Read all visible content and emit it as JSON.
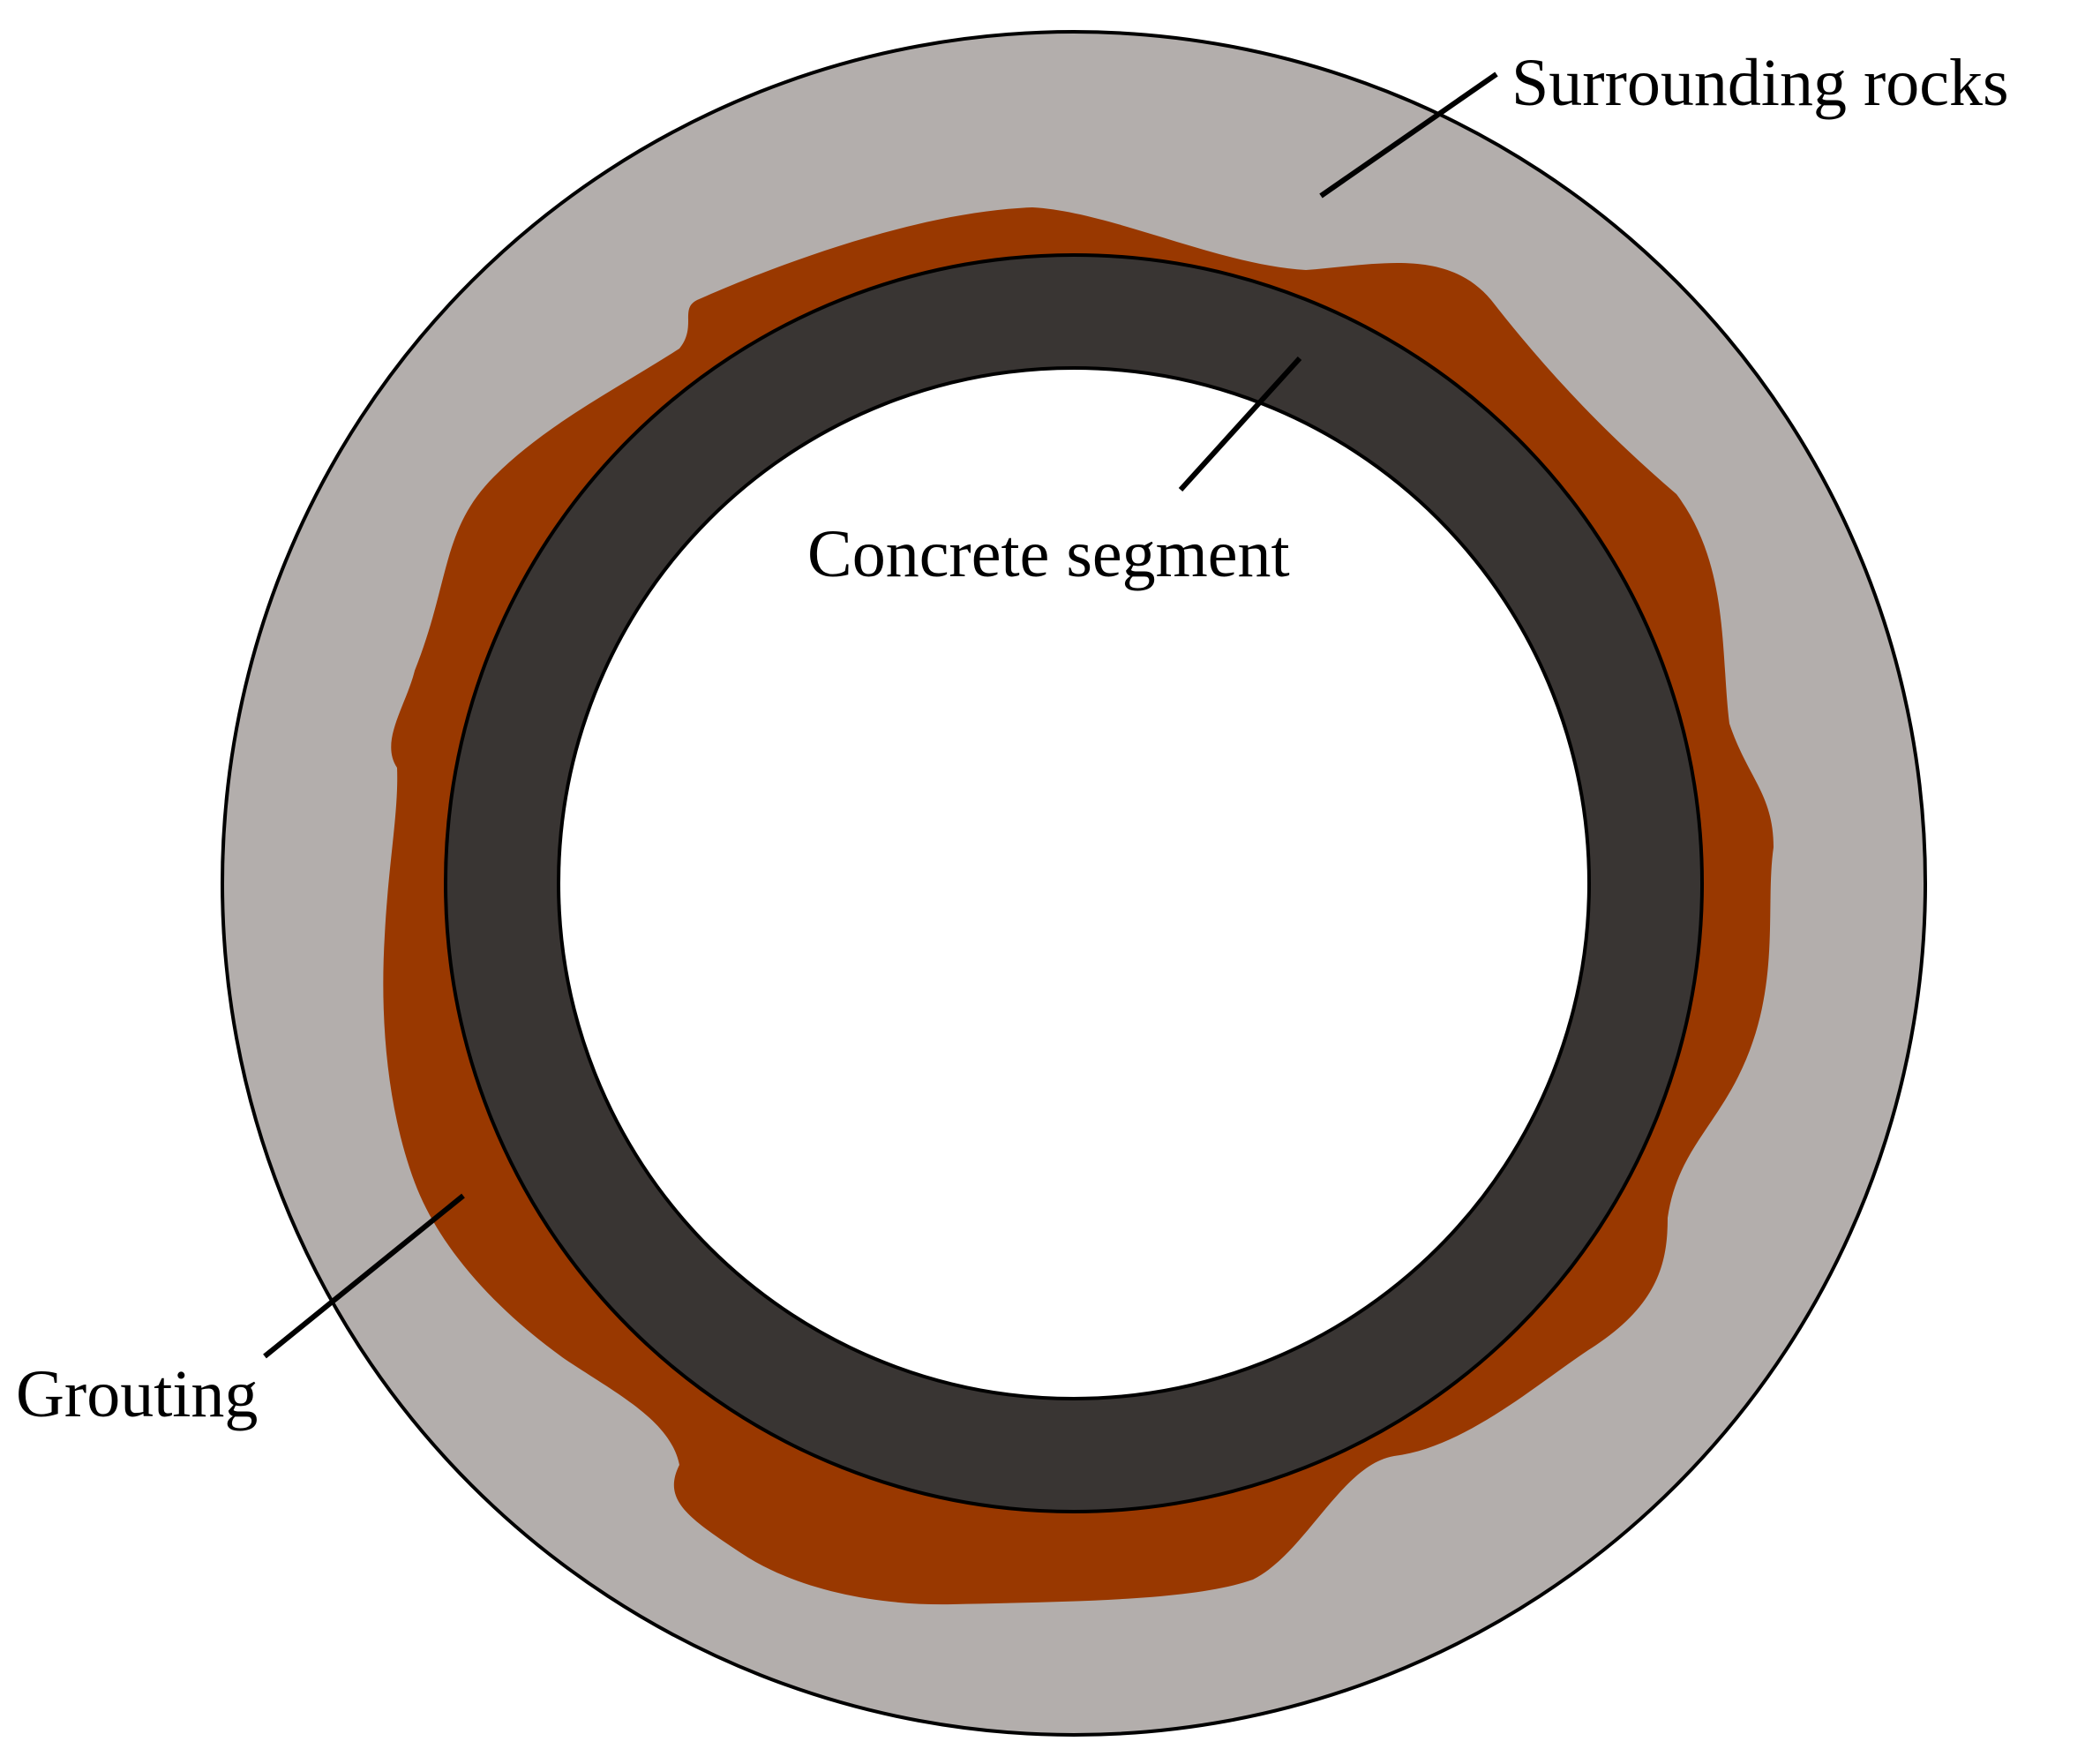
{
  "labels": {
    "surrounding_rocks": "Surrounding rocks",
    "concrete_segment": "Concrete segment",
    "grouting": "Grouting"
  },
  "colors": {
    "surrounding_rocks": "#B3AEAC",
    "grouting": "#993800",
    "concrete_segment": "#393533",
    "tunnel_interior": "#FFFFFF",
    "outline": "#000000"
  }
}
